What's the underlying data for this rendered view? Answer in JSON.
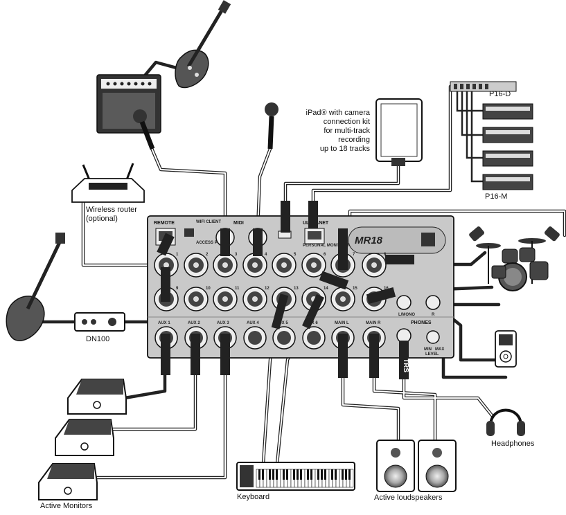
{
  "mixer": {
    "model": "MR18",
    "section_remote": "REMOTE",
    "section_midi": "MIDI",
    "section_ultranet": "ULTRANET",
    "wifi_client": "WIFI CLIENT",
    "access_point": "ACCESS POINT",
    "personal_monitoring": "PERSONAL MONITORING",
    "input_numbers_top": [
      "1",
      "2",
      "3",
      "4",
      "5",
      "6",
      "7",
      "8"
    ],
    "input_numbers_bottom": [
      "9",
      "10",
      "11",
      "12",
      "13",
      "14",
      "15",
      "16"
    ],
    "aux_outputs": [
      "AUX 1",
      "AUX 2",
      "AUX 3",
      "AUX 4",
      "AUX 5",
      "AUX 6",
      "MAIN L",
      "MAIN R"
    ],
    "line_l": "L/MONO",
    "line_r": "R",
    "phones": "PHONES",
    "level_min": "MIN",
    "level_max": "MAX",
    "level": "LEVEL"
  },
  "labels": {
    "ipad": "iPad® with camera\nconnection kit\nfor multi-track\nrecording\nup to 18 tracks",
    "wireless_router": "Wireless router\n(optional)",
    "p16d": "P16-D",
    "p16m": "P16-M",
    "dn100": "DN100",
    "trs": "TRS",
    "headphones": "Headphones",
    "keyboard": "Keyboard",
    "active_loudspeakers": "Active loudspeakers",
    "active_monitors": "Active Monitors"
  }
}
